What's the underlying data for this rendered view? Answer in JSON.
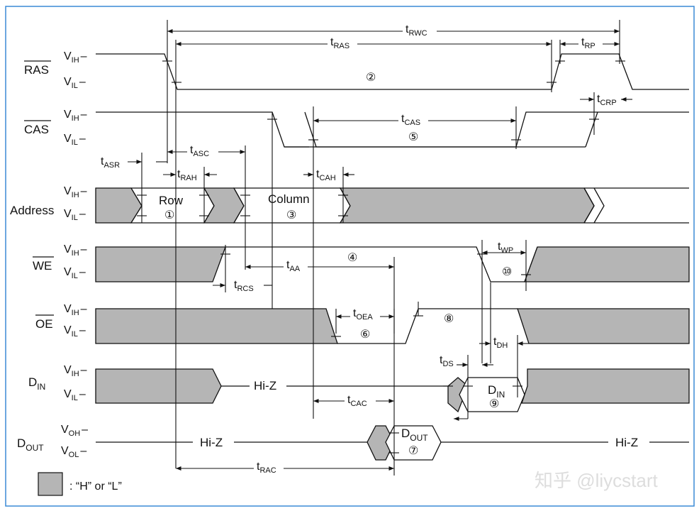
{
  "signals": {
    "ras": "RAS",
    "cas": "CAS",
    "address": "Address",
    "we": "WE",
    "oe": "OE",
    "din": {
      "main": "D",
      "sub": "IN"
    },
    "dout": {
      "main": "D",
      "sub": "OUT"
    }
  },
  "levels": {
    "v": "V",
    "ih": "IH",
    "il": "IL",
    "oh": "OH",
    "ol": "OL",
    "dash": "–"
  },
  "timing": {
    "t": "t",
    "rwc": "RWC",
    "ras": "RAS",
    "rp": "RP",
    "crp": "CRP",
    "cas": "CAS",
    "asc": "ASC",
    "asr": "ASR",
    "rah": "RAH",
    "cah": "CAH",
    "aa": "AA",
    "rcs": "RCS",
    "oea": "OEA",
    "wp": "WP",
    "ds": "DS",
    "dh": "DH",
    "cac": "CAC",
    "rac": "RAC"
  },
  "labels": {
    "row": "Row",
    "column": "Column",
    "hiz": "Hi-Z",
    "din_box": {
      "main": "D",
      "sub": "IN"
    },
    "dout_box": {
      "main": "D",
      "sub": "OUT"
    }
  },
  "markers": {
    "m1": "①",
    "m2": "②",
    "m3": "③",
    "m4": "④",
    "m5": "⑤",
    "m6": "⑥",
    "m7": "⑦",
    "m8": "⑧",
    "m9": "⑨",
    "m10": "⑩"
  },
  "legend": {
    "text": ": “H” or “L”"
  },
  "watermark": "知乎 @liycstart",
  "colors": {
    "frame": "#3a8ad6",
    "hatch": "#b5b5b5",
    "line": "#111111"
  }
}
